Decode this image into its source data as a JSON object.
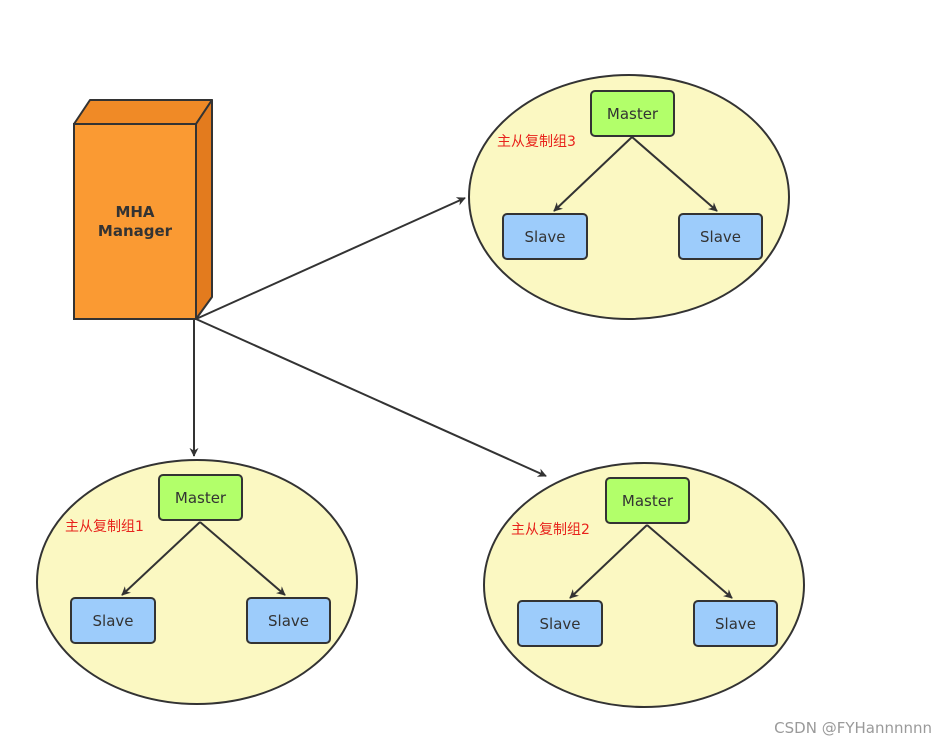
{
  "manager": {
    "line1": "MHA",
    "line2": "Manager"
  },
  "groups": [
    {
      "label": "主从复制组3",
      "master": "Master",
      "slaves": [
        "Slave",
        "Slave"
      ]
    },
    {
      "label": "主从复制组1",
      "master": "Master",
      "slaves": [
        "Slave",
        "Slave"
      ]
    },
    {
      "label": "主从复制组2",
      "master": "Master",
      "slaves": [
        "Slave",
        "Slave"
      ]
    }
  ],
  "watermark": "CSDN @FYHannnnnn",
  "colors": {
    "manager_front": "#fa9a33",
    "manager_side": "#e37b1e",
    "manager_top": "#f08a26",
    "group_fill": "#fbf8c2",
    "master_fill": "#b2ff6a",
    "slave_fill": "#9dccfb",
    "stroke": "#333333",
    "label_red": "#e8221b"
  }
}
